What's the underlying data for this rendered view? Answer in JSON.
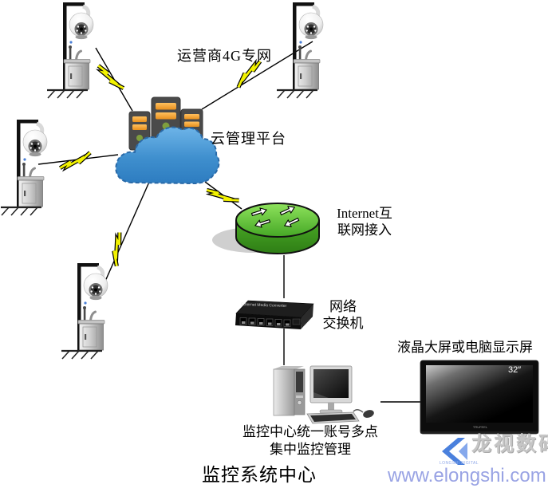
{
  "diagram": {
    "labels": {
      "operator_4g": "运营商4G专网",
      "cloud_platform": "云管理平台",
      "internet_access": {
        "line1": "Internet互",
        "line2": "联网接入"
      },
      "network_switch": {
        "line1": "网络",
        "line2": "交换机"
      },
      "display": "液晶大屏或电脑显示屏",
      "tv_size": "32″",
      "monitoring_center": {
        "line1": "监控中心统一账号多点",
        "line2": "集中监控管理"
      },
      "system_center": "监控系统中心"
    },
    "devices": {
      "switch_faceplate_text": "Ethernet Media Converter",
      "tv_brand_text": "TRUFEEL"
    },
    "branding": {
      "logo_name": "龙视数码",
      "logo_subtitle": "LONGSHI DIGITAL",
      "website": "www.elongshi.com"
    },
    "icons": {
      "camera": "ptz-dome-camera-on-pole",
      "cloud": "cloud",
      "servers": "server-rack-towers",
      "router": "internet-router-cylinder",
      "switch": "ethernet-switch-box",
      "pc": "desktop-computer",
      "tv": "flat-screen-display",
      "bolt": "wireless-lightning-link",
      "logo": "double-chevron-left"
    },
    "colors": {
      "cloud_blue": "#3f8fce",
      "cloud_border": "#2a6aa8",
      "server_body": "#4a4a4a",
      "server_bar_orange": "#f2a33c",
      "server_led_green": "#7f9e3d",
      "router_green": "#55b832",
      "bolt_yellow": "#f2f200",
      "link_line": "#000000",
      "logo_blue": "#4a80dd",
      "website_blue": "#99a3e4",
      "logo_gray": "#c6c6c6"
    }
  }
}
